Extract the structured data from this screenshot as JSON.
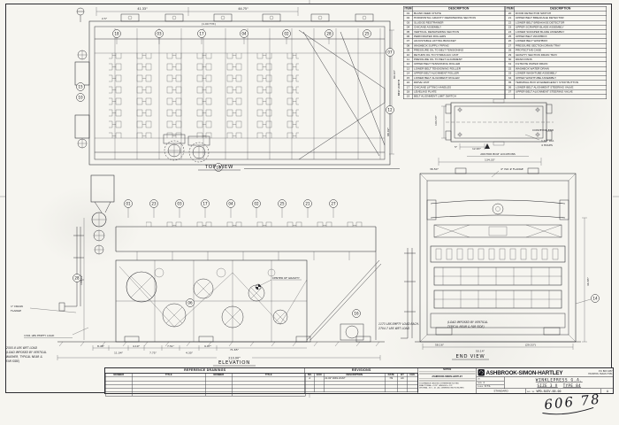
{
  "sheet": {
    "handwriting": "606 78"
  },
  "parts": {
    "item_h": "ITEM",
    "desc_h": "DESCRIPTION",
    "left": [
      [
        "01",
        "BLANK FEED CHUTE"
      ],
      [
        "02",
        "HORIZONTAL GRAVITY DEWATERING SECTION"
      ],
      [
        "03",
        "SLUDGE RESTRAINER"
      ],
      [
        "04",
        "CHICANE ASSEMBLY"
      ],
      [
        "05",
        "VERTICAL DEWATERING SECTION"
      ],
      [
        "06",
        "PERFORATED ROLLERS"
      ],
      [
        "07",
        "ADJUSTABLE LIFTING BRACKET"
      ],
      [
        "08",
        "WASHBOX SUPPLY PIPING"
      ],
      [
        "09",
        "PRESSURE OIL TO BELT TENSIONING"
      ],
      [
        "10",
        "RETURN OIL TO HYDRAULIC UNIT"
      ],
      [
        "11",
        "PRESSURE OIL TO BELT ALIGNMENT"
      ],
      [
        "12",
        "UPPER BELT TENSIONING ROLLER"
      ],
      [
        "13",
        "LOWER BELT TENSIONING ROLLER"
      ],
      [
        "14",
        "UPPER BELT ALIGNMENT ROLLER"
      ],
      [
        "15",
        "LOWER BELT ALIGNMENT ROLLER"
      ],
      [
        "16",
        "DRIVE UNIT"
      ],
      [
        "17",
        "CHICANE LIFTING HANDLES"
      ],
      [
        "18",
        "LEVELING PLATE"
      ],
      [
        "19",
        "BELT ALIGNMENT LIMIT SWITCH"
      ]
    ],
    "right": [
      [
        "20",
        "DOOR DETECTOR SWITCH"
      ],
      [
        "21",
        "UPPER BELT BREAKAGE DETECTOR"
      ],
      [
        "22",
        "LOWER BELT BREAKAGE DETECTOR"
      ],
      [
        "23",
        "UPPER SCRAPER BLADE ASSEMBLY"
      ],
      [
        "24",
        "LOWER SCRAPER BLADE ASSEMBLY"
      ],
      [
        "25",
        "UPPER BELT WASHBOX"
      ],
      [
        "26",
        "LOWER BELT WASHBOX"
      ],
      [
        "27",
        "PRESSURE SECTION DRAIN TRAY"
      ],
      [
        "28",
        "PROTECTIVE CASE"
      ],
      [
        "29",
        "GRAVITY SECTION DRAIN TRAY"
      ],
      [
        "30",
        "DRAIN PANS"
      ],
      [
        "31",
        "FILTRATE WATER DRAIN"
      ],
      [
        "32",
        "WASHBOX WATER DRAIN"
      ],
      [
        "33",
        "LOWER WASHTUBE ASSEMBLY"
      ],
      [
        "34",
        "UPPER WASHTUBE ASSEMBLY"
      ],
      [
        "35",
        "TERMINAL BOX W/ EMERGENCY STOP BUTTON"
      ],
      [
        "36",
        "LOWER BELT ALIGNMENT STEERING VALVE"
      ],
      [
        "37",
        "UPPER BELT ALIGNMENT STEERING VALVE"
      ],
      [
        "",
        ""
      ]
    ]
  },
  "views": {
    "top": {
      "label": "TOP VIEW",
      "dims": [
        "41.33\"",
        "44.75\"",
        "2.5\"",
        "(1.00 TYP.)",
        "80.63\"",
        "BELT WIDTH",
        "98.02\""
      ],
      "balloons": [
        "15",
        "10",
        "18",
        "03",
        "17",
        "04",
        "02",
        "28",
        "25",
        "07",
        "12",
        "16"
      ]
    },
    "elevation": {
      "label": "ELEVATION",
      "dims": [
        "8.48\"",
        "11.04\"",
        "4.19\"",
        "7.75\"",
        "7.51\"",
        "4.30\"",
        "9.07\"",
        "71.65\"",
        "210.00\"",
        "109.42\""
      ],
      "cg": "CENTER OF GRAVITY",
      "balloons": [
        "01",
        "23",
        "03",
        "17",
        "04",
        "02",
        "25",
        "21",
        "27",
        "16",
        "28",
        "06"
      ],
      "notes_left": [
        "1\" DRAIN",
        "FLANGE",
        "1391 LBS EMPTY LOAD",
        "2505.8 LBS WET LOAD",
        "(LOAD IMPOSED BY VERTICAL",
        "WASHER, TYPICAL NEAR &",
        "FAR SIDE)"
      ],
      "notes_right": [
        "1173 LBS EMPTY LOAD EACH.",
        "2704.7 LBS WET LOAD",
        "(LOAD IMPOSED BY VERTICAL",
        "TYPICAL NEAR & FAR SIDE)"
      ]
    },
    "end": {
      "label": "END VIEW",
      "dims": [
        "134.33\"",
        "36.50\"",
        "4\" ISO # FLANGE",
        "58.16\"",
        "(29.53\")",
        "50.14\"",
        "46.85\""
      ],
      "balloons": [
        "14"
      ]
    },
    "anchor": {
      "label": "ANCHOR BOLT LOCATIONS",
      "conveyor": "CONVEYOR END",
      "dims": [
        "104.53\"",
        "12.63\"",
        "5\"",
        "1.63\" DIA",
        "4 HOLES"
      ]
    }
  },
  "titleblock": {
    "reference": {
      "title": "REFERENCE DRAWINGS",
      "headers": [
        "NUMBER",
        "TITLE",
        "NUMBER",
        "TITLE"
      ]
    },
    "revisions": {
      "title": "REVISIONS",
      "headers": [
        "NO.",
        "ECN",
        "DESCRIPTION",
        "DATE",
        "BY",
        "CHK."
      ],
      "rows": [
        {
          "no": "A",
          "ecn": "",
          "desc": "21.63\" WAS 23.63\"",
          "date": "7/9",
          "by": "AC",
          "chk": ""
        }
      ]
    },
    "notice": {
      "title": "NOTICE",
      "company": "ASHBROOK-SIMON-HARTLEY",
      "tol_title": "TOLERANCE UNLESS OTHERWISE NOTED",
      "tol1": "FRACTIONAL ± 1/32\"",
      "tol2": "DECIMAL .XX ± .01",
      "tol3": "ANGLES ± 1/2°",
      "tol4": "ALL DIMENSIONS IN INCHES"
    },
    "company": {
      "name": "ASHBROOK-SIMON-HARTLEY",
      "po": "P.O. BOX 1657",
      "city": "HOUSTON, TEXAS 77251",
      "product": "WINKLEPRESS  G.A.",
      "size": "SIZE 3 V",
      "type": "TYPE 84",
      "sheet": "4",
      "scale_label": "SCALE",
      "scale": "N.T.S.",
      "date_label": "DATE",
      "dr_label": "DR.",
      "std": "STANDARD",
      "dwg_label": "DWG. NO.",
      "dwg_no": "WPD-843V-00-00",
      "rev": "A"
    }
  }
}
